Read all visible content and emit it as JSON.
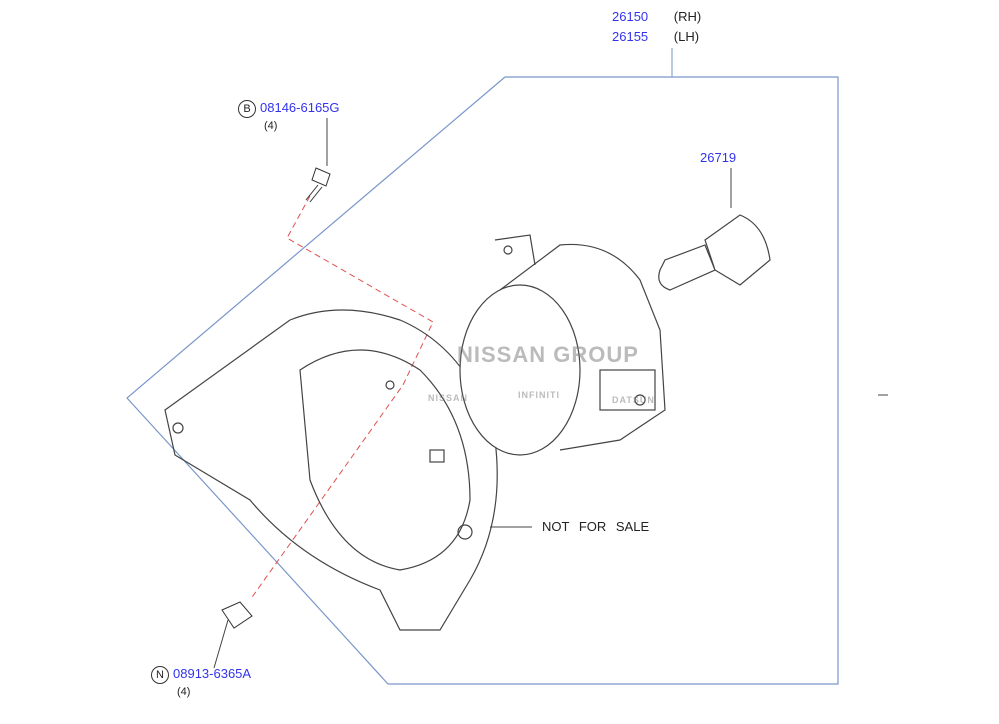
{
  "parts": {
    "lamp_rh": {
      "number": "26150",
      "side": "(RH)"
    },
    "lamp_lh": {
      "number": "26155",
      "side": "(LH)"
    },
    "bulb": {
      "number": "26719"
    },
    "bolt": {
      "prefix": "B",
      "number": "08146-6165G",
      "qty": "(4)"
    },
    "nut": {
      "prefix": "N",
      "number": "08913-6365A",
      "qty": "(4)"
    }
  },
  "notes": {
    "bracket": "NOT FOR SALE"
  },
  "watermark": {
    "text": "NISSAN GROUP",
    "logos": [
      "NISSAN",
      "INFINITI",
      "DATSUN"
    ]
  },
  "colors": {
    "part_number": "#3333ee",
    "frame": "#7a97c9",
    "leader_dashed": "#e05050"
  }
}
